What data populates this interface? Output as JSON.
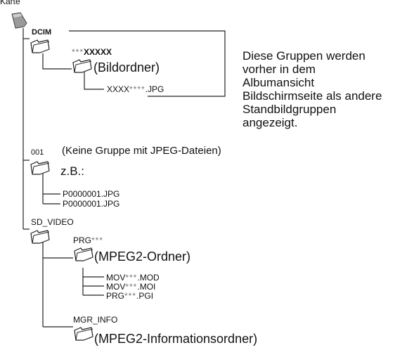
{
  "root": {
    "label": "Karte"
  },
  "dcim": {
    "label": "DCIM",
    "subfolder": {
      "prefix": "***",
      "name": "XXXXX",
      "caption": "(Bildordner)"
    },
    "file": {
      "prefix": "XXXX",
      "stars": "****",
      "suffix": ".JPG"
    },
    "note_lines": [
      "Diese Gruppen werden",
      "vorher in dem",
      "Albumansicht",
      "Bildschirmseite als andere",
      "Standbildgruppen",
      "angezeigt."
    ]
  },
  "group001": {
    "label": "001",
    "caption": "(Keine Gruppe mit JPEG-Dateien)",
    "example": "z.B.:",
    "files": [
      "P0000001.JPG",
      "P0000001.JPG"
    ]
  },
  "sd_video": {
    "label": "SD_VIDEO",
    "prg": {
      "name": "PRG",
      "stars": "***",
      "caption": "(MPEG2-Ordner)"
    },
    "files": [
      {
        "prefix": "MOV",
        "stars": "***",
        "suffix": ".MOD"
      },
      {
        "prefix": "MOV",
        "stars": "***",
        "suffix": ".MOI"
      },
      {
        "prefix": "PRG",
        "stars": "***",
        "suffix": ".PGI"
      }
    ],
    "mgr": {
      "name": "MGR_INFO",
      "caption": "(MPEG2-Informationsordner)"
    }
  }
}
